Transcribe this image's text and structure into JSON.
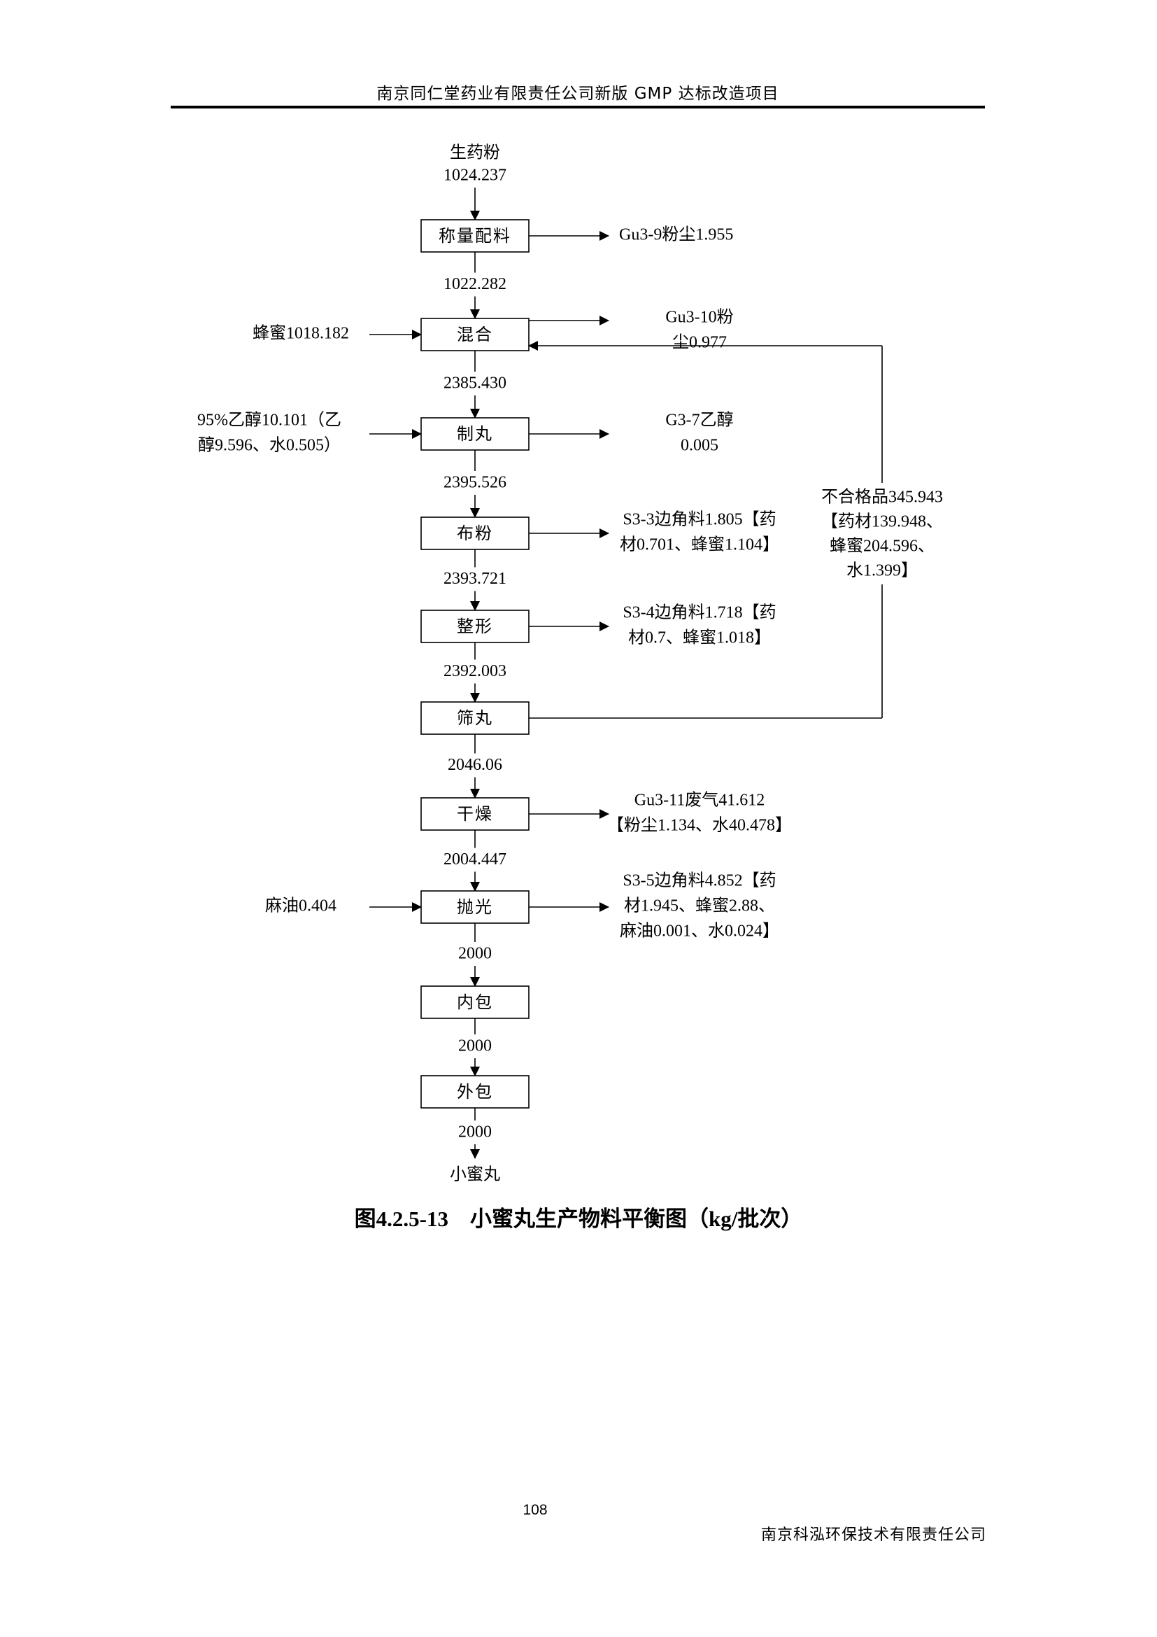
{
  "header": {
    "title": "南京同仁堂药业有限责任公司新版 GMP 达标改造项目"
  },
  "diagram": {
    "input": {
      "name": "生药粉",
      "value": "1024.237"
    },
    "steps": [
      {
        "label": "称量配料",
        "left_input": null,
        "right_output": [
          "Gu3-9粉尘1.955"
        ],
        "flow_out": "1022.282"
      },
      {
        "label": "混合",
        "left_input": [
          "蜂蜜1018.182"
        ],
        "right_output": [
          "Gu3-10粉",
          "尘0.977"
        ],
        "flow_out": "2385.430"
      },
      {
        "label": "制丸",
        "left_input": [
          "95%乙醇10.101（乙",
          "醇9.596、水0.505）"
        ],
        "right_output": [
          "G3-7乙醇",
          "0.005"
        ],
        "flow_out": "2395.526"
      },
      {
        "label": "布粉",
        "left_input": null,
        "right_output": [
          "S3-3边角料1.805【药",
          "材0.701、蜂蜜1.104】"
        ],
        "flow_out": "2393.721"
      },
      {
        "label": "整形",
        "left_input": null,
        "right_output": [
          "S3-4边角料1.718【药",
          "材0.7、蜂蜜1.018】"
        ],
        "flow_out": "2392.003"
      },
      {
        "label": "筛丸",
        "left_input": null,
        "right_output": null,
        "flow_out": "2046.06"
      },
      {
        "label": "干燥",
        "left_input": null,
        "right_output": [
          "Gu3-11废气41.612",
          "【粉尘1.134、水40.478】"
        ],
        "flow_out": "2004.447"
      },
      {
        "label": "抛光",
        "left_input": [
          "麻油0.404"
        ],
        "right_output": [
          "S3-5边角料4.852【药",
          "材1.945、蜂蜜2.88、",
          "麻油0.001、水0.024】"
        ],
        "flow_out": "2000"
      },
      {
        "label": "内包",
        "left_input": null,
        "right_output": null,
        "flow_out": "2000"
      },
      {
        "label": "外包",
        "left_input": null,
        "right_output": null,
        "flow_out": "2000"
      }
    ],
    "recycle": {
      "from_step": "筛丸",
      "to_step": "混合",
      "label": [
        "不合格品345.943",
        "【药材139.948、",
        "蜂蜜204.596、",
        "水1.399】"
      ]
    },
    "output": {
      "name": "小蜜丸"
    }
  },
  "caption": "图4.2.5-13　小蜜丸生产物料平衡图（kg/批次）",
  "footer": {
    "page_number": "108",
    "company": "南京科泓环保技术有限责任公司"
  }
}
